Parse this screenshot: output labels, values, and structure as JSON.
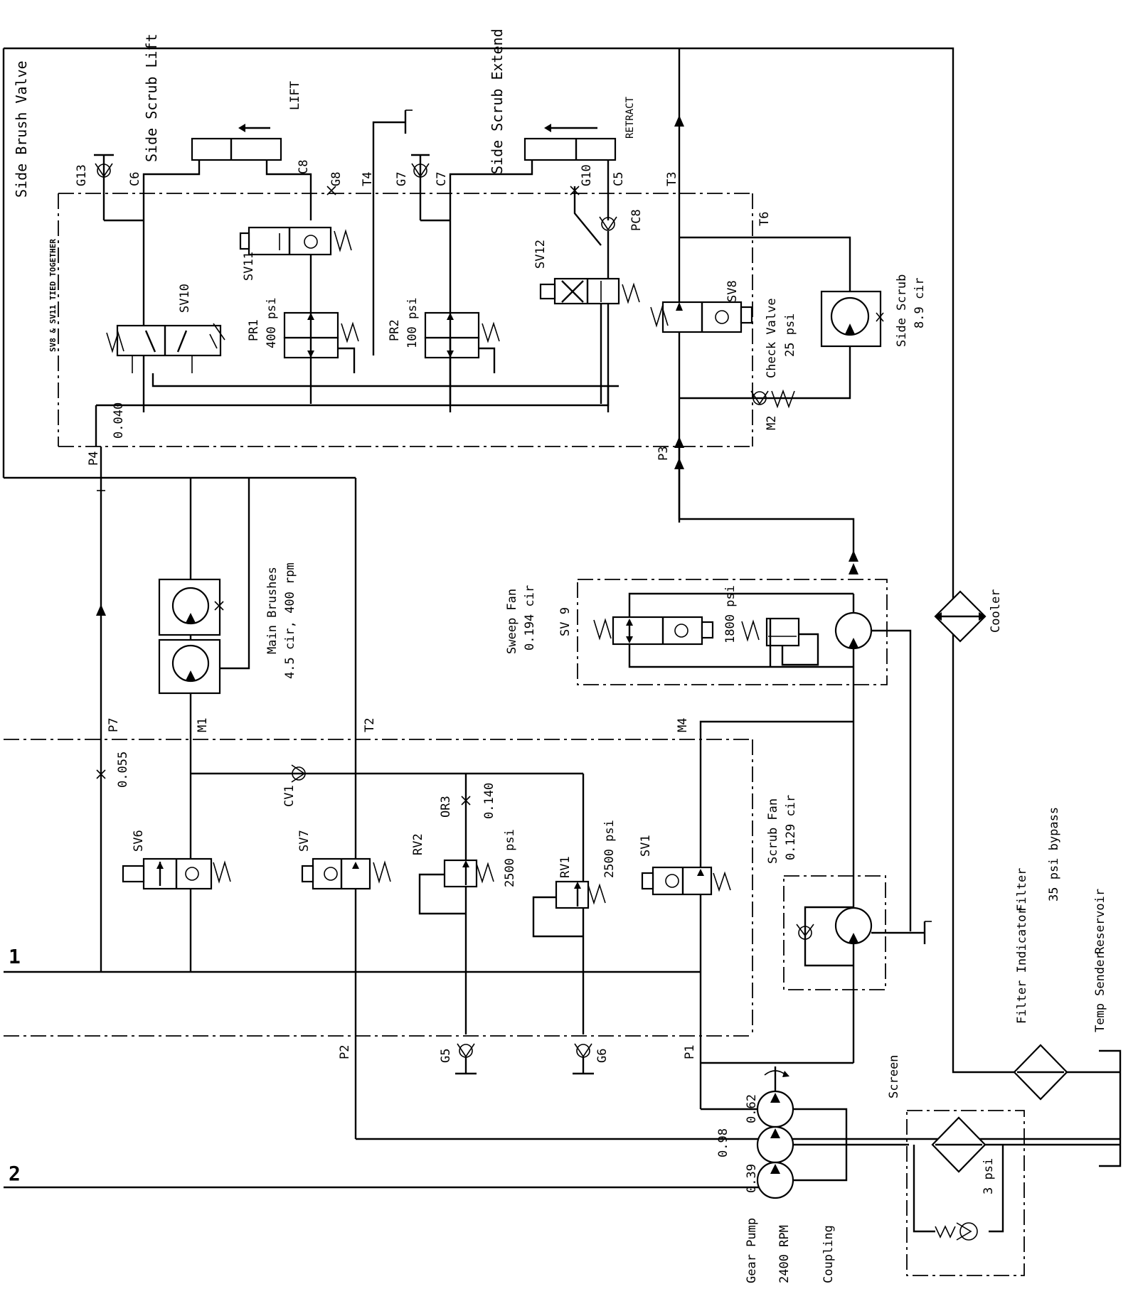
{
  "labels": {
    "side_brush_valve": "Side Brush Valve",
    "side_scrub_lift": "Side Scrub Lift",
    "lift": "LIFT",
    "side_scrub_extend": "Side Scrub Extend",
    "retract": "RETRACT",
    "g13": "G13",
    "c6": "C6",
    "c8": "C8",
    "g8": "G8",
    "t4": "T4",
    "g7": "G7",
    "c7": "C7",
    "g10": "G10",
    "c5": "C5",
    "t3": "T3",
    "t6": "T6",
    "pc8": "PC8",
    "sv8_sv11_tied": "SV8 & SV11 TIED TOGETHER",
    "sv11": "SV11",
    "sv10": "SV10",
    "sv12": "SV12",
    "sv8": "SV8",
    "pr1": "PR1",
    "pr1_psi": "400 psi",
    "pr2": "PR2",
    "pr2_psi": "100 psi",
    "check_valve": "Check Valve",
    "check_valve_psi": "25 psi",
    "side_scrub": "Side Scrub",
    "side_scrub_cir": "8.9 cir",
    "m2": "M2",
    "orifice_p4": "0.040",
    "p4": "P4",
    "p3": "P3",
    "main_brushes": "Main Brushes",
    "main_brushes_spec": "4.5 cir, 400 rpm",
    "sweep_fan": "Sweep Fan",
    "sweep_fan_cir": "0.194 cir",
    "sv9": "SV 9",
    "psi_1800": "1800 psi",
    "cooler": "Cooler",
    "p7": "P7",
    "m1": "M1",
    "t2": "T2",
    "m4": "M4",
    "orifice_p7": "0.055",
    "cv1": "CV1",
    "or3": "OR3",
    "orifice_or3": "0.140",
    "rv2": "RV2",
    "rv2_psi": "2500 psi",
    "rv1": "RV1",
    "rv1_psi": "2500 psi",
    "sv1": "SV1",
    "sv6": "SV6",
    "sv7": "SV7",
    "scrub_fan": "Scrub Fan",
    "scrub_fan_cir": "0.129 cir",
    "filter_indicator": "Filter Indicator",
    "filter": "Filter",
    "bypass": "35 psi bypass",
    "temp_sender": "Temp Sender",
    "reservoir": "Reservoir",
    "line1": "1",
    "line2": "2",
    "p2": "P2",
    "p1": "P1",
    "g5": "G5",
    "g6": "G6",
    "screen": "Screen",
    "screen_psi": "3 psi",
    "pump_062": "0.62",
    "pump_098": "0.98",
    "pump_039": "0.39",
    "gear_pump": "Gear Pump",
    "rpm": "2400 RPM",
    "coupling": "Coupling"
  }
}
